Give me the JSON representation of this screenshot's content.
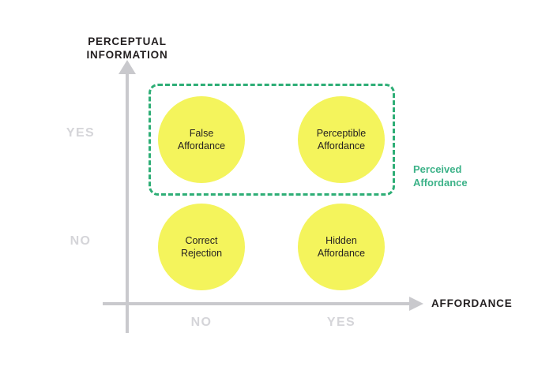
{
  "chart_data": {
    "type": "scatter",
    "title": "",
    "xlabel": "AFFORDANCE",
    "ylabel": "PERCEPTUAL INFORMATION",
    "x_ticks": [
      "NO",
      "YES"
    ],
    "y_ticks": [
      "NO",
      "YES"
    ],
    "grid": false,
    "legend": "none",
    "colors": {
      "bubble_fill": "#F4F45C",
      "bubble_text": "#231F20",
      "axis_line": "#C9C9CD",
      "tick_text": "#D5D5D9",
      "axis_title": "#231F20",
      "region_stroke": "#2EAE76",
      "region_label": "#3CB288",
      "background": "#FFFFFF"
    },
    "points": [
      {
        "id": "false-affordance",
        "label": "False\nAffordance",
        "x": "NO",
        "y": "YES",
        "fill": "#F4F45C"
      },
      {
        "id": "perceptible-affordance",
        "label": "Perceptible\nAffordance",
        "x": "YES",
        "y": "YES",
        "fill": "#F4F45C"
      },
      {
        "id": "correct-rejection",
        "label": "Correct\nRejection",
        "x": "NO",
        "y": "NO",
        "fill": "#F4F45C"
      },
      {
        "id": "hidden-affordance",
        "label": "Hidden\nAffordance",
        "x": "YES",
        "y": "NO",
        "fill": "#F4F45C"
      }
    ],
    "annotations": [
      {
        "id": "perceived-affordance-region",
        "label_line1": "Perceived",
        "label_line2": "Affordance",
        "covers": [
          "false-affordance",
          "perceptible-affordance"
        ],
        "style": "dashed-rounded-rect",
        "color": "#2EAE76"
      }
    ]
  },
  "axes": {
    "y_title_line1": "PERCEPTUAL",
    "y_title_line2": "INFORMATION",
    "x_title": "AFFORDANCE",
    "y_tick_high": "YES",
    "y_tick_low": "NO",
    "x_tick_left": "NO",
    "x_tick_right": "YES"
  },
  "bubbles": {
    "top_left": "False\nAffordance",
    "top_right": "Perceptible\nAffordance",
    "bottom_left": "Correct\nRejection",
    "bottom_right": "Hidden\nAffordance"
  },
  "region": {
    "label_line1": "Perceived",
    "label_line2": "Affordance"
  }
}
